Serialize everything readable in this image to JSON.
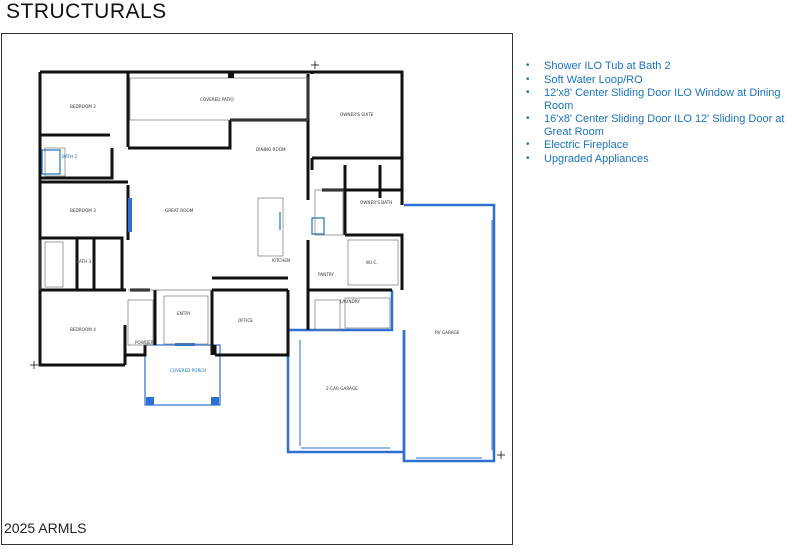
{
  "page_title": "STRUCTURALS",
  "copyright": "2025 ARMLS",
  "notes": [
    "Shower ILO Tub at Bath 2",
    "Soft Water Loop/RO",
    "12'x8' Center Sliding Door ILO Window at Dining Room",
    "16'x8' Center Sliding Door ILO 12' Sliding Door at Great Room",
    "Electric Fireplace",
    "Upgraded Appliances"
  ],
  "rooms": {
    "bedroom2": "BEDROOM 2",
    "covered_patio": "COVERED PATIO",
    "owners_suite": "OWNER'S SUITE",
    "dining_room": "DINING ROOM",
    "bath2": "BATH 2",
    "bedroom3": "BEDROOM 3",
    "great_room": "GREAT ROOM",
    "owners_bath": "OWNER'S BATH",
    "bath3": "BATH 3",
    "kitchen": "KITCHEN",
    "pantry": "PANTRY",
    "wic": "W.I.C.",
    "laundry": "LAUNDRY",
    "rv_garage": "RV GARAGE",
    "bedroom4": "BEDROOM 4",
    "entry": "ENTRY",
    "office": "OFFICE",
    "powder": "POWDER",
    "covered_porch": "COVERED PORCH",
    "two_car_garage": "2-CAR GARAGE"
  },
  "colors": {
    "wall": "#111111",
    "garage_wall": "#2f6fd0",
    "accent_text": "#1b73b8"
  }
}
